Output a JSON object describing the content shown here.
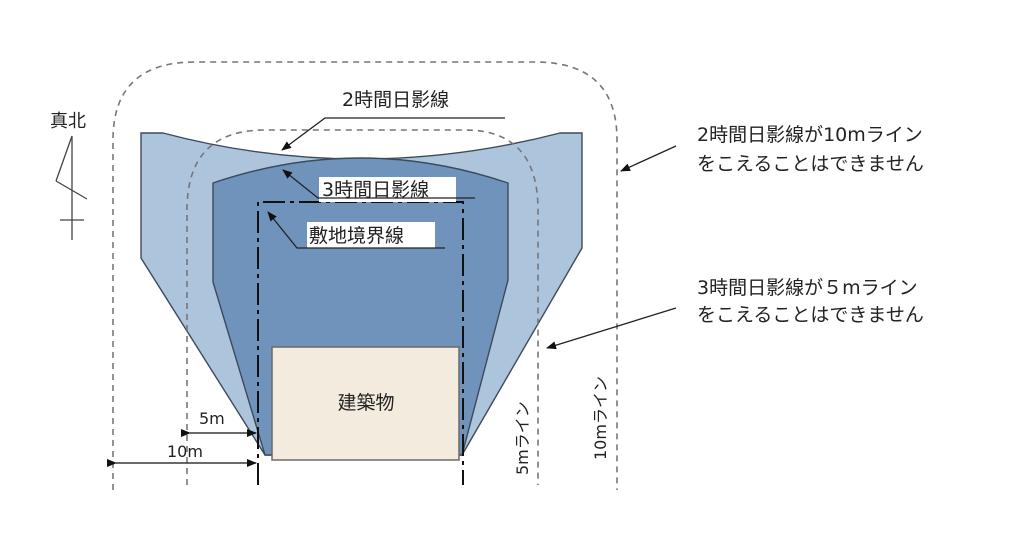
{
  "north_label": "真北",
  "labels": {
    "shadow_2h": "2時間日影線",
    "shadow_3h": "3時間日影線",
    "site_boundary": "敷地境界線",
    "building": "建築物",
    "dim_5m": "5m",
    "dim_10m": "10m",
    "line_5m": "5mライン",
    "line_10m": "10mライン"
  },
  "notes": [
    {
      "line1": "2時間日影線が10mライン",
      "line2": "をこえることはできません"
    },
    {
      "line1": "3時間日影線が５mライン",
      "line2": "をこえることはできません"
    }
  ],
  "colors": {
    "shadow_2h_fill": "#adc4dd",
    "shadow_3h_fill": "#6f93bb",
    "building_fill": "#f3ebdd",
    "outline": "#3e4a5a",
    "dashed": "#777777"
  }
}
